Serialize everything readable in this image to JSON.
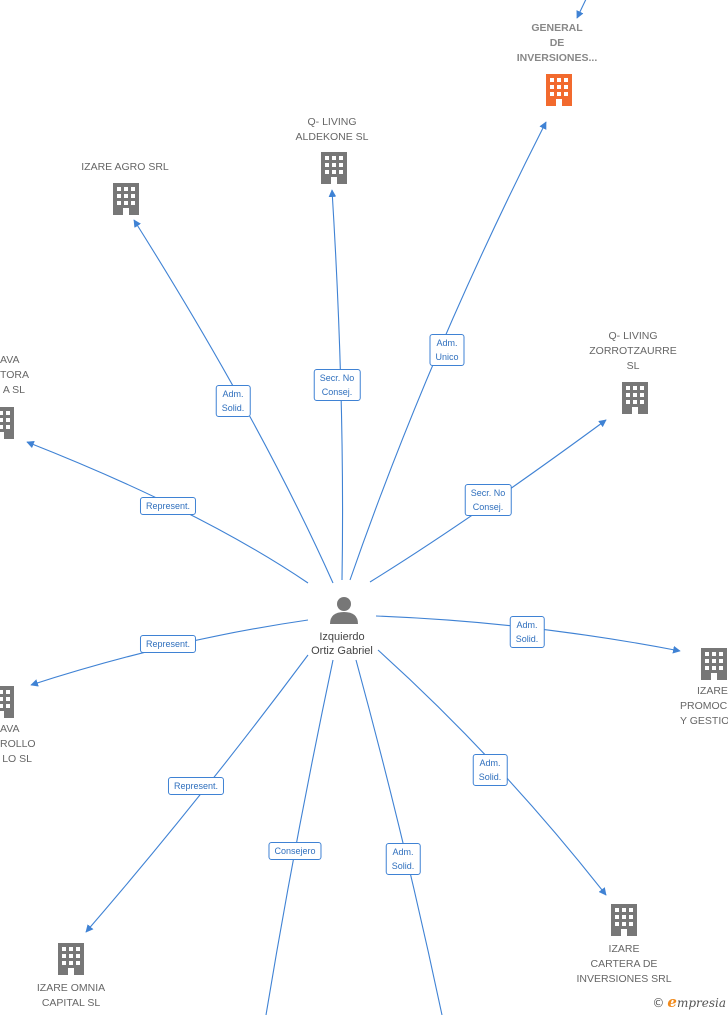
{
  "colors": {
    "edge": "#3f82d4",
    "building": "#777777",
    "building_highlight": "#f26a2e",
    "person": "#777777"
  },
  "center": {
    "name_line1": "Izquierdo",
    "name_line2": "Ortiz Gabriel"
  },
  "nodes": [
    {
      "id": "general",
      "lines": [
        "GENERAL",
        "DE",
        "INVERSIONES..."
      ],
      "highlight": true
    },
    {
      "id": "qliving-aldekone",
      "lines": [
        "Q- LIVING",
        "ALDEKONE  SL"
      ]
    },
    {
      "id": "izare-agro",
      "lines": [
        "IZARE AGRO SRL"
      ]
    },
    {
      "id": "qliving-zorrotzaurre",
      "lines": [
        "Q- LIVING",
        "ZORROTZAURRE",
        "SL"
      ]
    },
    {
      "id": "left-top",
      "lines": [
        "AVA",
        "TORA",
        "A  SL"
      ]
    },
    {
      "id": "left-mid",
      "lines": [
        "AVA",
        "ROLLO",
        "LO  SL"
      ]
    },
    {
      "id": "right-promoc",
      "lines": [
        "IZARE",
        "PROMOC",
        "Y GESTIO"
      ]
    },
    {
      "id": "izare-cartera",
      "lines": [
        "IZARE",
        "CARTERA DE",
        "INVERSIONES SRL"
      ]
    },
    {
      "id": "izare-omnia",
      "lines": [
        "IZARE OMNIA",
        "CAPITAL  SL"
      ]
    }
  ],
  "edges": [
    {
      "id": "e-general",
      "label": [
        "Adm.",
        "Unico"
      ]
    },
    {
      "id": "e-aldekone",
      "label": [
        "Secr.  No",
        "Consej."
      ]
    },
    {
      "id": "e-agro",
      "label": [
        "Adm.",
        "Solid."
      ]
    },
    {
      "id": "e-zorrotz",
      "label": [
        "Secr.  No",
        "Consej."
      ]
    },
    {
      "id": "e-lefttop",
      "label": [
        "Represent."
      ]
    },
    {
      "id": "e-leftmid",
      "label": [
        "Represent."
      ]
    },
    {
      "id": "e-promoc",
      "label": [
        "Adm.",
        "Solid."
      ]
    },
    {
      "id": "e-cartera",
      "label": [
        "Adm.",
        "Solid."
      ]
    },
    {
      "id": "e-omnia",
      "label": [
        "Represent."
      ]
    },
    {
      "id": "e-bottom1",
      "label": [
        "Consejero"
      ]
    },
    {
      "id": "e-bottom2",
      "label": [
        "Adm.",
        "Solid."
      ]
    }
  ],
  "brand": {
    "copyright": "©",
    "initial": "e",
    "rest": "mpresia"
  }
}
